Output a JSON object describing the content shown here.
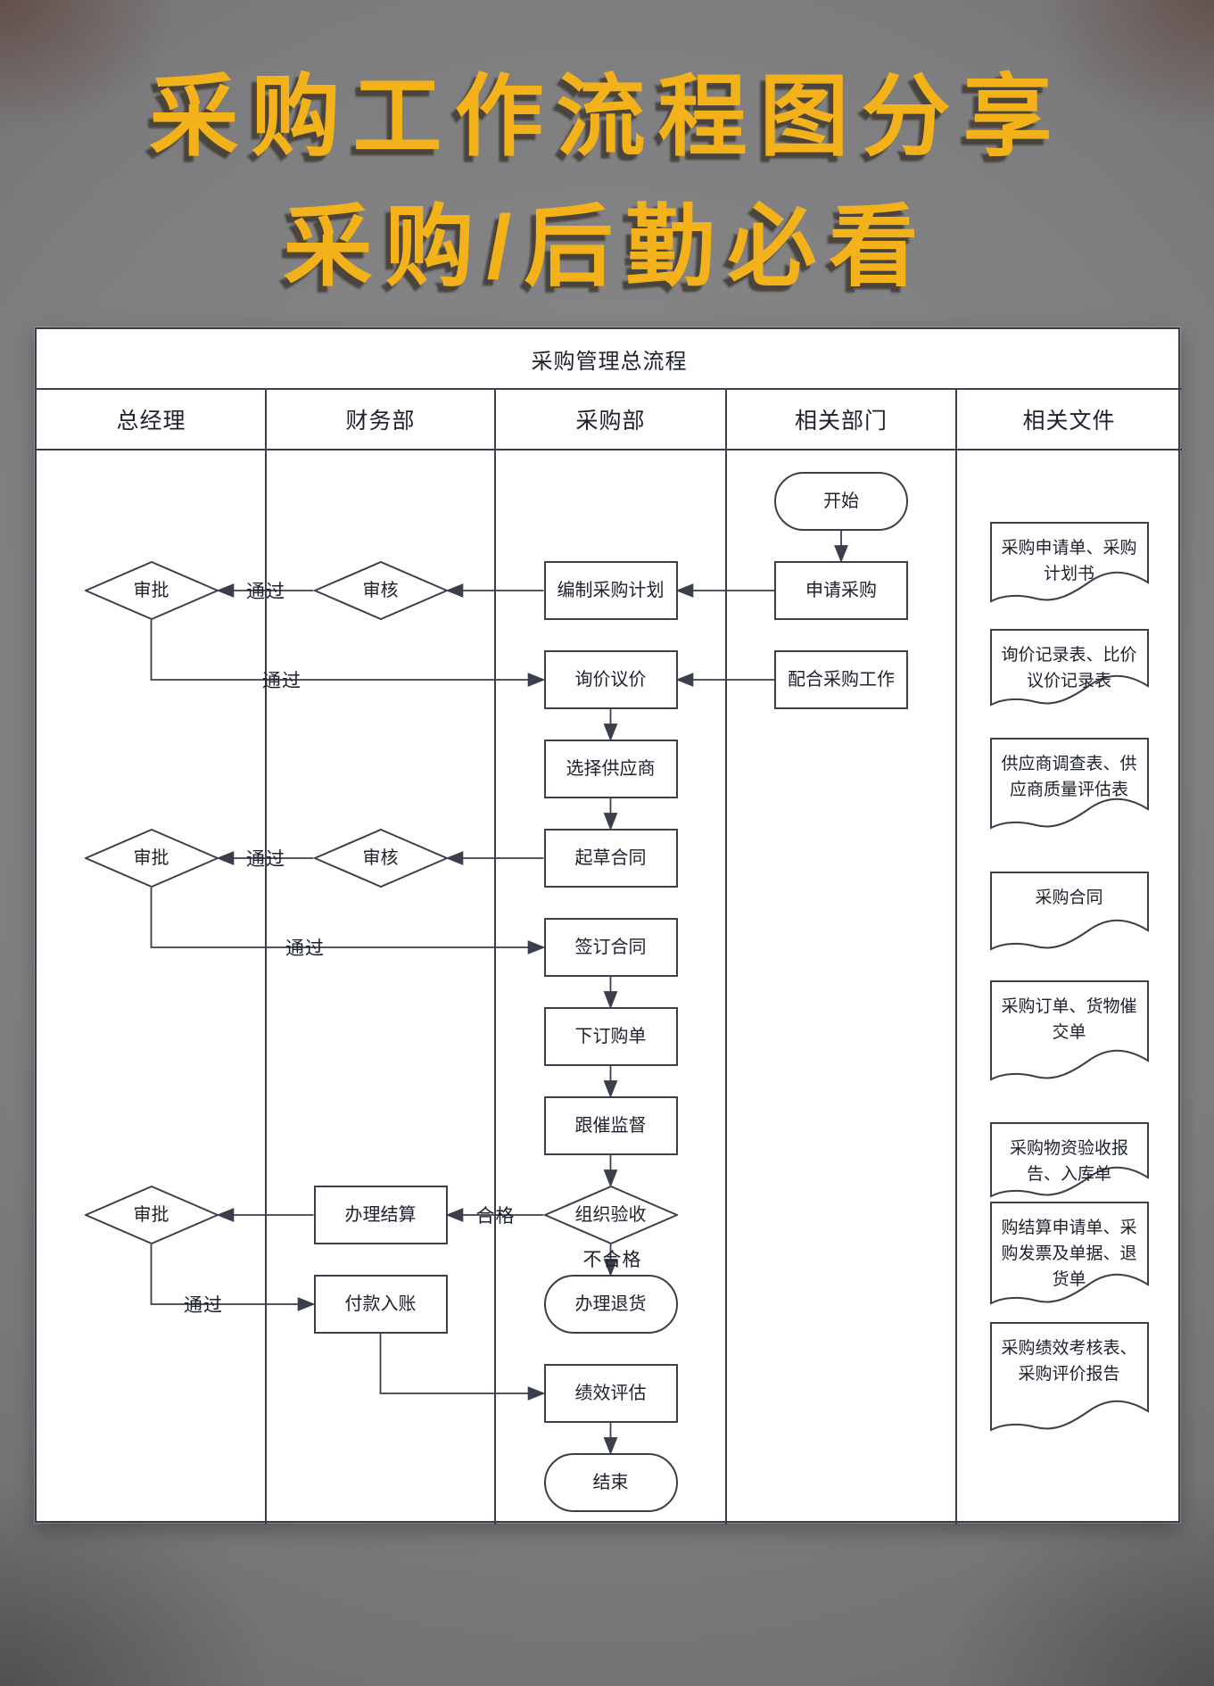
{
  "poster": {
    "title_line1": "采购工作流程图分享",
    "title_line2": "采购/后勤必看"
  },
  "chart": {
    "title": "采购管理总流程",
    "lanes": [
      "总经理",
      "财务部",
      "采购部",
      "相关部门",
      "相关文件"
    ],
    "nodes": [
      {
        "id": "start",
        "label": "开始",
        "shape": "stadium",
        "lane": 3,
        "row": 0
      },
      {
        "id": "apply",
        "label": "申请采购",
        "shape": "rect",
        "lane": 3,
        "row": 1
      },
      {
        "id": "plan",
        "label": "编制采购计划",
        "shape": "rect",
        "lane": 2,
        "row": 1
      },
      {
        "id": "review1",
        "label": "审核",
        "shape": "diamond",
        "lane": 1,
        "row": 1
      },
      {
        "id": "approve1",
        "label": "审批",
        "shape": "diamond",
        "lane": 0,
        "row": 1
      },
      {
        "id": "inquiry",
        "label": "询价议价",
        "shape": "rect",
        "lane": 2,
        "row": 2
      },
      {
        "id": "cooperate",
        "label": "配合采购工作",
        "shape": "rect",
        "lane": 3,
        "row": 2
      },
      {
        "id": "select",
        "label": "选择供应商",
        "shape": "rect",
        "lane": 2,
        "row": 3
      },
      {
        "id": "draft",
        "label": "起草合同",
        "shape": "rect",
        "lane": 2,
        "row": 4
      },
      {
        "id": "review2",
        "label": "审核",
        "shape": "diamond",
        "lane": 1,
        "row": 4
      },
      {
        "id": "approve2",
        "label": "审批",
        "shape": "diamond",
        "lane": 0,
        "row": 4
      },
      {
        "id": "sign",
        "label": "签订合同",
        "shape": "rect",
        "lane": 2,
        "row": 5
      },
      {
        "id": "order",
        "label": "下订购单",
        "shape": "rect",
        "lane": 2,
        "row": 6
      },
      {
        "id": "supervise",
        "label": "跟催监督",
        "shape": "rect",
        "lane": 2,
        "row": 7
      },
      {
        "id": "inspect",
        "label": "组织验收",
        "shape": "diamond",
        "lane": 2,
        "row": 8
      },
      {
        "id": "settle",
        "label": "办理结算",
        "shape": "rect",
        "lane": 1,
        "row": 8
      },
      {
        "id": "approve3",
        "label": "审批",
        "shape": "diamond",
        "lane": 0,
        "row": 8
      },
      {
        "id": "refund",
        "label": "办理退货",
        "shape": "stadium",
        "lane": 2,
        "row": 9
      },
      {
        "id": "pay",
        "label": "付款入账",
        "shape": "rect",
        "lane": 1,
        "row": 9
      },
      {
        "id": "evaluate",
        "label": "绩效评估",
        "shape": "rect",
        "lane": 2,
        "row": 10
      },
      {
        "id": "end",
        "label": "结束",
        "shape": "stadium",
        "lane": 2,
        "row": 11
      }
    ],
    "edges": [
      {
        "from": "start",
        "to": "apply",
        "label": ""
      },
      {
        "from": "apply",
        "to": "plan",
        "label": ""
      },
      {
        "from": "plan",
        "to": "review1",
        "label": ""
      },
      {
        "from": "review1",
        "to": "approve1",
        "label": "通过"
      },
      {
        "from": "approve1",
        "to": "inquiry",
        "label": "通过"
      },
      {
        "from": "cooperate",
        "to": "inquiry",
        "label": ""
      },
      {
        "from": "inquiry",
        "to": "select",
        "label": ""
      },
      {
        "from": "select",
        "to": "draft",
        "label": ""
      },
      {
        "from": "draft",
        "to": "review2",
        "label": ""
      },
      {
        "from": "review2",
        "to": "approve2",
        "label": "通过"
      },
      {
        "from": "approve2",
        "to": "sign",
        "label": "通过"
      },
      {
        "from": "sign",
        "to": "order",
        "label": ""
      },
      {
        "from": "order",
        "to": "supervise",
        "label": ""
      },
      {
        "from": "supervise",
        "to": "inspect",
        "label": ""
      },
      {
        "from": "inspect",
        "to": "settle",
        "label": "合格"
      },
      {
        "from": "settle",
        "to": "approve3",
        "label": ""
      },
      {
        "from": "approve3",
        "to": "pay",
        "label": "通过"
      },
      {
        "from": "inspect",
        "to": "refund",
        "label": "不合格"
      },
      {
        "from": "pay",
        "to": "evaluate",
        "label": ""
      },
      {
        "from": "evaluate",
        "to": "end",
        "label": ""
      }
    ],
    "documents": [
      {
        "lines": [
          "采购申请单、采购",
          "计划书"
        ]
      },
      {
        "lines": [
          "询价记录表、比价",
          "议价记录表"
        ]
      },
      {
        "lines": [
          "供应商调查表、供",
          "应商质量评估表"
        ]
      },
      {
        "lines": [
          "采购合同"
        ]
      },
      {
        "lines": [
          "采购订单、货物催",
          "交单"
        ]
      },
      {
        "lines": [
          "采购物资验收报",
          "告、入库单"
        ]
      },
      {
        "lines": [
          "购结算申请单、采",
          "购发票及单据、退",
          "货单"
        ]
      },
      {
        "lines": [
          "采购绩效考核表、",
          "采购评价报告"
        ]
      }
    ]
  },
  "colors": {
    "background": "#7e7e80",
    "title": "#F3B21A",
    "title_shadow": "#4a443c",
    "line": "#3a3f4b",
    "text": "#1d212b",
    "panel": "#ffffff"
  }
}
